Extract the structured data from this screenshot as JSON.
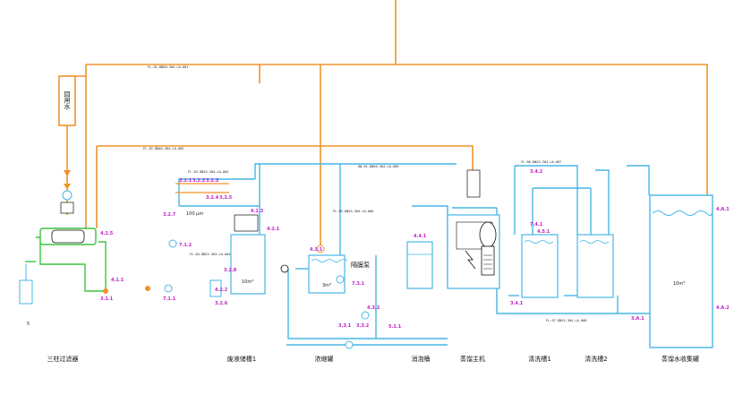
{
  "colors": {
    "orange": "#f0932b",
    "blue": "#47b6e6",
    "green": "#3cc43c",
    "magenta": "#c01cc8",
    "dark": "#222222"
  },
  "equipment_labels": {
    "filter": "三柱过滤器",
    "waste_tank": "废液储槽1",
    "concentrate_tank": "浓缩罐",
    "defoam_tank": "消泡桶",
    "evaporator": "蒸馏主机",
    "wash_tank1": "清洗槽1",
    "wash_tank2": "清洗槽2",
    "recovery_tank": "蒸馏水收集罐"
  },
  "inline_labels": {
    "isolation_pump": "隔膜泵",
    "left_vertical_box": "回用水",
    "flow_value": "100 μm",
    "capacity_waste": "10m³",
    "capacity_concentrate": "3m³",
    "capacity_recovery": "10m³",
    "site_mark": "5"
  },
  "tags": {
    "t1": "4.1.5",
    "t2": "4.2.1",
    "t3": "3.2.1",
    "t4": "3.2.2",
    "t5": "3.2.3",
    "t6": "3.2.4",
    "t7": "3.2.5",
    "t8": "3.2.6",
    "t9": "3.2.7",
    "t10": "3.2.8",
    "t11": "7.1.1",
    "t12": "4.2.2",
    "t13": "4.3.1",
    "t14": "4.3.2",
    "t15": "4.4.1",
    "t16": "3.4.1",
    "t17": "3.4.2",
    "t18": "7.4.1",
    "t19": "4.5.1",
    "t20": "4.A.1",
    "t21": "4.A.2",
    "t22": "3.A.1",
    "t23": "5.1.1",
    "t24": "3.3.1",
    "t25": "3.3.2",
    "t26": "7.3.1",
    "t27": "4.1.1",
    "t28": "4.1.3",
    "t29": "3.1.1",
    "t30": "7.1.2"
  },
  "line_tags": {
    "l1": "FL-01-DN50-304-LA-001",
    "l2": "FL-02-DN40-304-LA-002",
    "l3": "FL-03-DN25-304-LA-003",
    "l4": "FL-04-DN25-304-LA-004",
    "l5": "DW-01-DN50-304-LA-005",
    "l6": "FL-05-DN25-304-LA-006",
    "l7": "FL-06-DN25-304-LA-007",
    "l8": "FL-07-DN25-304-LA-008"
  }
}
